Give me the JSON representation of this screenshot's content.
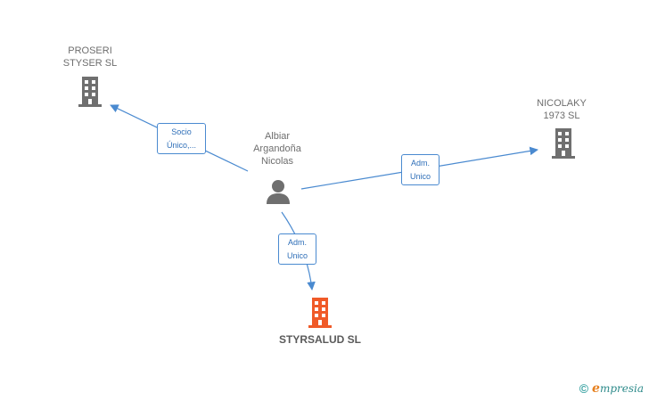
{
  "nodes": {
    "proseri": {
      "lines": [
        "PROSERI",
        "STYSER SL"
      ],
      "color": "#6f6f6f"
    },
    "nicolaky": {
      "lines": [
        "NICOLAKY",
        "1973 SL"
      ],
      "color": "#6f6f6f"
    },
    "person": {
      "lines": [
        "Albiar",
        "Argandoña",
        "Nicolas"
      ],
      "color": "#6f6f6f"
    },
    "styrsalud": {
      "lines": [
        "STYRSALUD SL"
      ],
      "color": "#f05a28"
    }
  },
  "edges": {
    "to_proseri": {
      "lines": [
        "Socio",
        "Único,..."
      ]
    },
    "to_nicolaky": {
      "lines": [
        "Adm.",
        "Unico"
      ]
    },
    "to_styrsalud": {
      "lines": [
        "Adm.",
        "Unico"
      ]
    }
  },
  "colors": {
    "edge": "#4a8ad0",
    "building_gray": "#6f6f6f",
    "building_orange": "#f05a28"
  },
  "footer": {
    "copyright": "©",
    "brand_initial": "e",
    "brand_rest": "mpresia"
  }
}
